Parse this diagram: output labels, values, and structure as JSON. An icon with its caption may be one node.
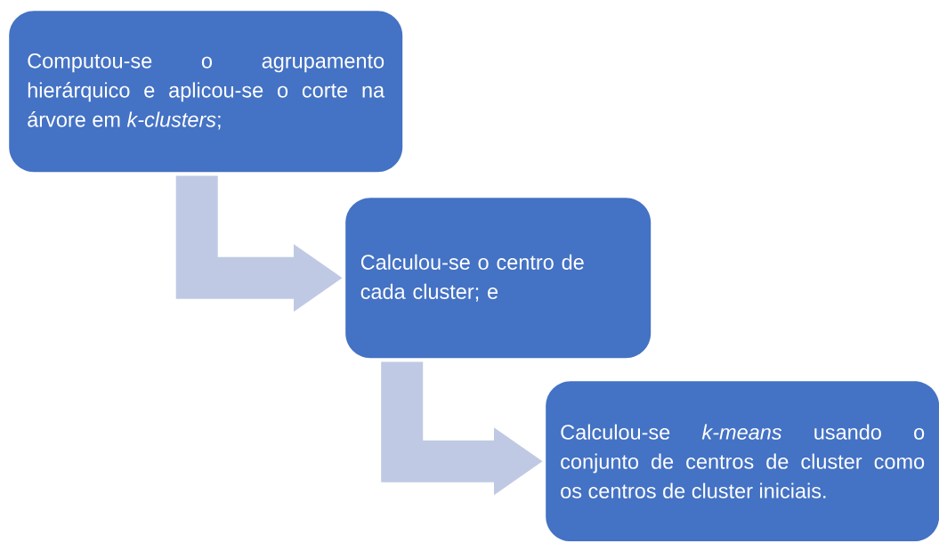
{
  "diagram": {
    "nodes": [
      {
        "text": [
          "Computou-se o agrupamento hierárquico e aplicou-se o corte na árvore em *k-clusters*;"
        ]
      },
      {
        "text": [
          "Calculou-se o centro de cada cluster; e"
        ]
      },
      {
        "text": [
          "Calculou-se *k-means* usando o conjunto de centros de cluster como os centros de cluster iniciais."
        ]
      }
    ],
    "edges": [
      {
        "from": 0,
        "to": 1,
        "arrow": "to"
      },
      {
        "from": 1,
        "to": 2,
        "arrow": "to"
      }
    ]
  }
}
